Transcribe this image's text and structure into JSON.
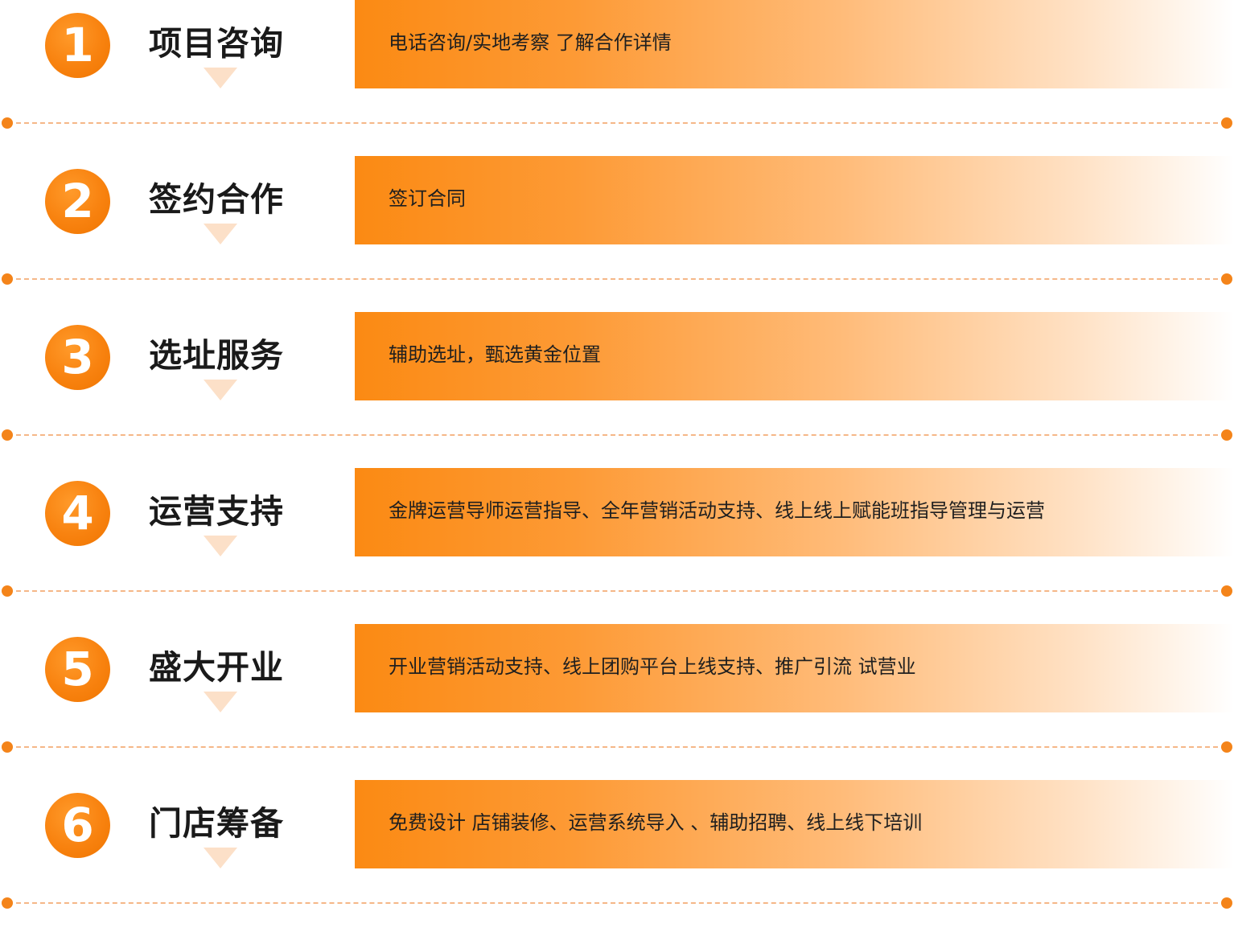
{
  "colors": {
    "accent": "#f8820f",
    "divider": "#f5b788",
    "title_text": "#1a1a1a"
  },
  "steps": [
    {
      "number": "1",
      "title": "项目咨询",
      "description": "电话咨询/实地考察 了解合作详情"
    },
    {
      "number": "2",
      "title": "签约合作",
      "description": "签订合同"
    },
    {
      "number": "3",
      "title": "选址服务",
      "description": "辅助选址，甄选黄金位置"
    },
    {
      "number": "4",
      "title": "运营支持",
      "description": "金牌运营导师运营指导、全年营销活动支持、线上线上赋能班指导管理与运营"
    },
    {
      "number": "5",
      "title": "盛大开业",
      "description": "开业营销活动支持、线上团购平台上线支持、推广引流 试营业"
    },
    {
      "number": "6",
      "title": "门店筹备",
      "description": "免费设计  店铺装修、运营系统导入 、辅助招聘、线上线下培训"
    }
  ]
}
